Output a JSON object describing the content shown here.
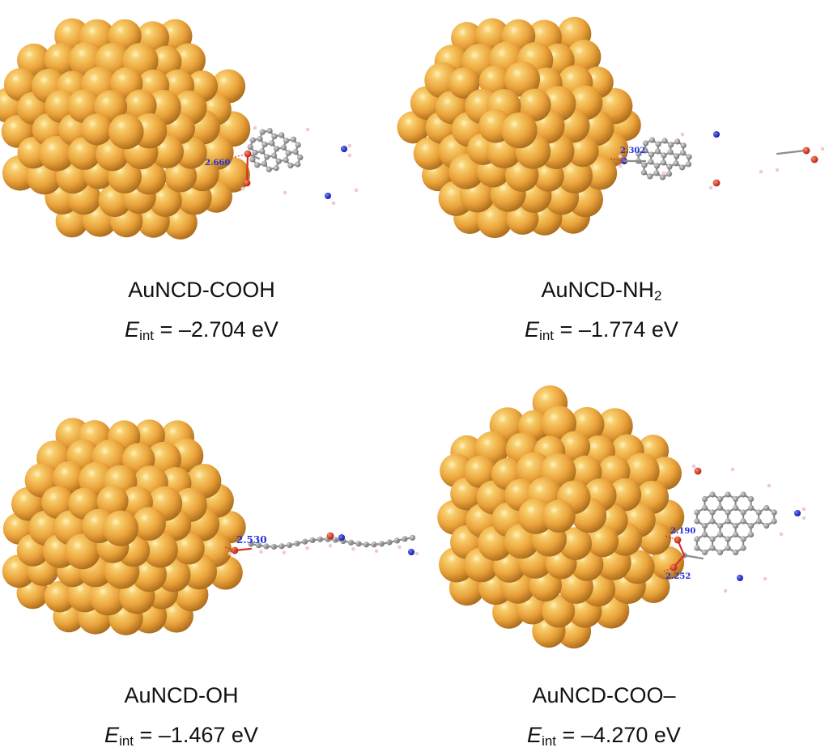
{
  "panels": [
    {
      "id": "a",
      "name_main": "AuNCD-COOH",
      "name_sub": "",
      "energy_symbol": "E",
      "energy_sub": "int",
      "energy_value": "= –2.704 eV",
      "distances": [
        "2.660"
      ]
    },
    {
      "id": "b",
      "name_main": "AuNCD-NH",
      "name_sub": "2",
      "energy_symbol": "E",
      "energy_sub": "int",
      "energy_value": "= –1.774 eV",
      "distances": [
        "2.302"
      ]
    },
    {
      "id": "c",
      "name_main": "AuNCD-OH",
      "name_sub": "",
      "energy_symbol": "E",
      "energy_sub": "int",
      "energy_value": "= –1.467 eV",
      "distances": [
        "2.530"
      ]
    },
    {
      "id": "d",
      "name_main": "AuNCD-COO–",
      "name_sub": "",
      "energy_symbol": "E",
      "energy_sub": "int",
      "energy_value": "= –4.270 eV",
      "distances": [
        "2.190",
        "2.252"
      ]
    }
  ],
  "colors": {
    "gold_light": "#fff2c4",
    "gold_mid": "#f2b44a",
    "gold_dark": "#b57419",
    "carbon": "#8c8c8c",
    "hydrogen": "#f2c9d3",
    "oxygen": "#d9311e",
    "nitrogen": "#1a2bd6",
    "distance_label": "#2233dd"
  }
}
